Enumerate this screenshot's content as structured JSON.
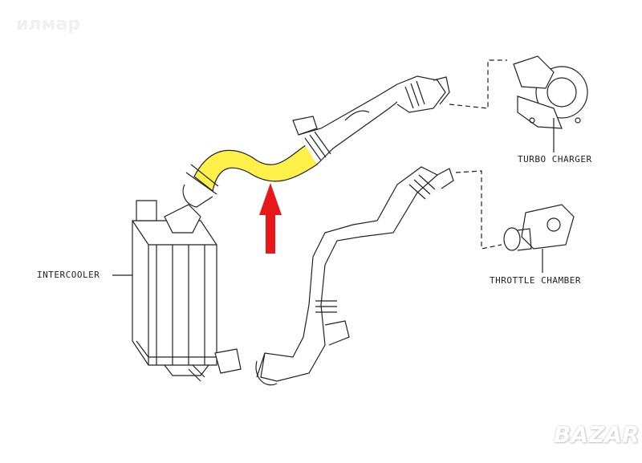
{
  "watermark": "илмар",
  "logo": "BAZAR",
  "labels": {
    "turbo": "TURBO CHARGER",
    "intercooler": "INTERCOOLER",
    "throttle": "THROTTLE CHAMBER"
  },
  "colors": {
    "highlight": "#FFF04A",
    "arrow": "#E8171A",
    "line": "#222222"
  }
}
